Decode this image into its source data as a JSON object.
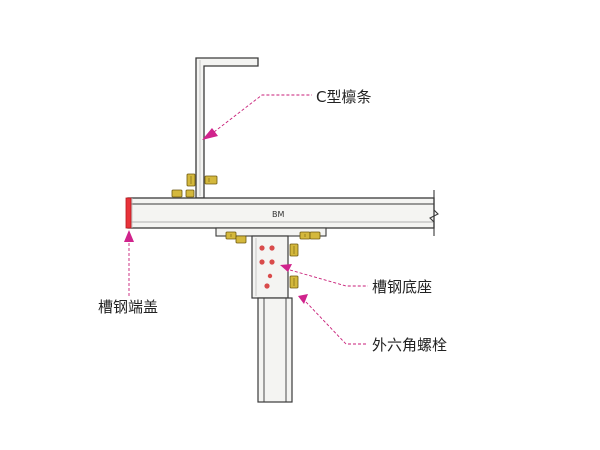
{
  "labels": {
    "c_purlin": "C型檩条",
    "channel_end_cap": "槽钢端盖",
    "channel_base": "槽钢底座",
    "hex_bolt": "外六角螺栓",
    "beam_mark": "BM"
  },
  "colors": {
    "leader": "#c81e78",
    "steel_fill": "#f4f4f2",
    "outline": "#3a3a3a",
    "bolt": "#d4b83c",
    "end_cap": "#e8333a",
    "pointer": "#d0238c"
  },
  "icons": [
    "bolt-icon",
    "arrow-pointer-icon"
  ]
}
